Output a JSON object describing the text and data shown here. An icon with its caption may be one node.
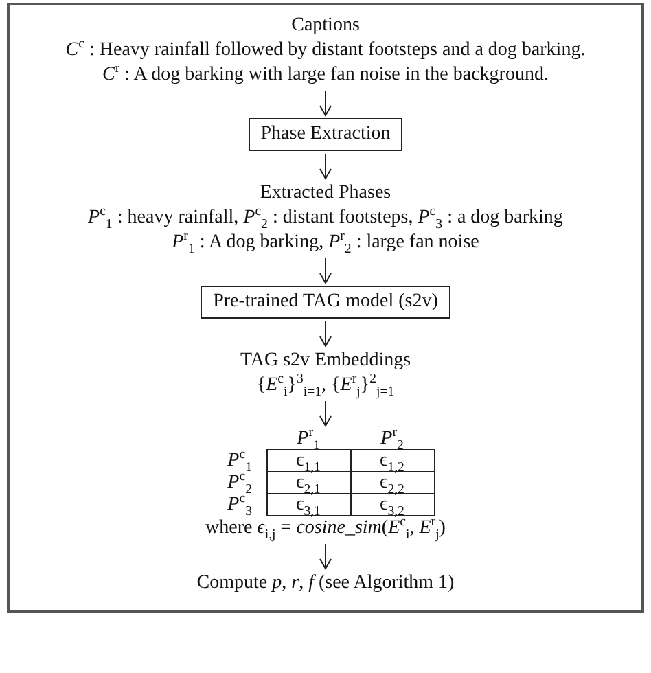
{
  "diagram": {
    "nodes": [
      {
        "text": [
          "Captions",
          "*C*$^{c}$ : Heavy rainfall followed by distant footsteps and a dog barking.",
          "*C*$^{r}$ : A dog barking with large fan noise in the background."
        ]
      },
      {
        "text": [
          "Phase Extraction"
        ]
      },
      {
        "text": [
          "Extracted Phases",
          "*P*$^{c}$$_{1}$ : heavy rainfall, *P*$^{c}$$_{2}$ : distant footsteps, *P*$^{c}$$_{3}$ : a dog barking",
          "*P*$^{r}$$_{1}$ : A dog barking, *P*$^{r}$$_{2}$ : large fan noise"
        ]
      },
      {
        "text": [
          "Pre-trained TAG model (s2v)"
        ]
      },
      {
        "text": [
          "TAG s2v Embeddings",
          "{*E*$^{c}$$_{i}$}$^{3}$$_{i=1}$, {*E*$^{r}$$_{j}$}$^{2}$$_{j=1}$"
        ]
      },
      {
        "text": [
          "where *ϵ*$_{i,j}$ = *cosine_sim*(*E*$^{c}$$_{i}$, *E*$^{r}$$_{j}$)"
        ]
      },
      {
        "text": [
          "Compute *p*, *r*, *f* (see Algorithm 1)"
        ]
      }
    ],
    "edges": [
      {
        "from": 0,
        "to": 1,
        "arrow": "to"
      },
      {
        "from": 1,
        "to": 2,
        "arrow": "to"
      },
      {
        "from": 2,
        "to": 3,
        "arrow": "to"
      },
      {
        "from": 3,
        "to": 4,
        "arrow": "to"
      },
      {
        "from": 4,
        "to": 5,
        "arrow": "to"
      },
      {
        "from": 5,
        "to": 6,
        "arrow": "to"
      }
    ],
    "labels": [
      "*P*$^{r}$$_{1}$",
      "*P*$^{r}$$_{2}$",
      "*P*$^{c}$$_{1}$",
      "ϵ$_{1,1}$",
      "ϵ$_{1,2}$",
      "*P*$^{c}$$_{2}$",
      "ϵ$_{2,1}$",
      "ϵ$_{2,2}$",
      "*P*$^{c}$$_{3}$",
      "ϵ$_{3,1}$",
      "ϵ$_{3,2}$"
    ]
  }
}
